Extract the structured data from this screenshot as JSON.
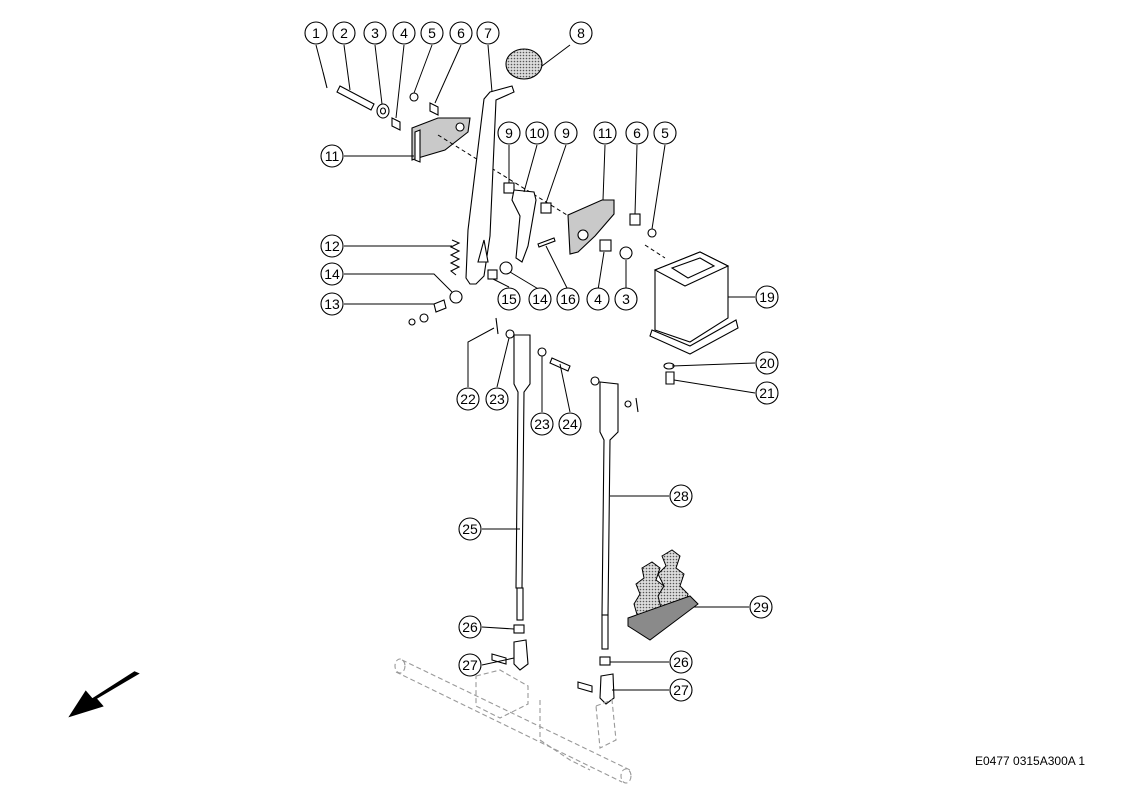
{
  "diagram": {
    "reference_code": "E0477 0315A300A 1",
    "callout_labels": [
      "1",
      "2",
      "3",
      "4",
      "5",
      "6",
      "7",
      "8",
      "9",
      "10",
      "9",
      "11",
      "6",
      "5",
      "11",
      "12",
      "14",
      "13",
      "15",
      "14",
      "16",
      "4",
      "3",
      "19",
      "20",
      "21",
      "22",
      "23",
      "23",
      "24",
      "28",
      "25",
      "29",
      "26",
      "27",
      "26",
      "27"
    ]
  }
}
